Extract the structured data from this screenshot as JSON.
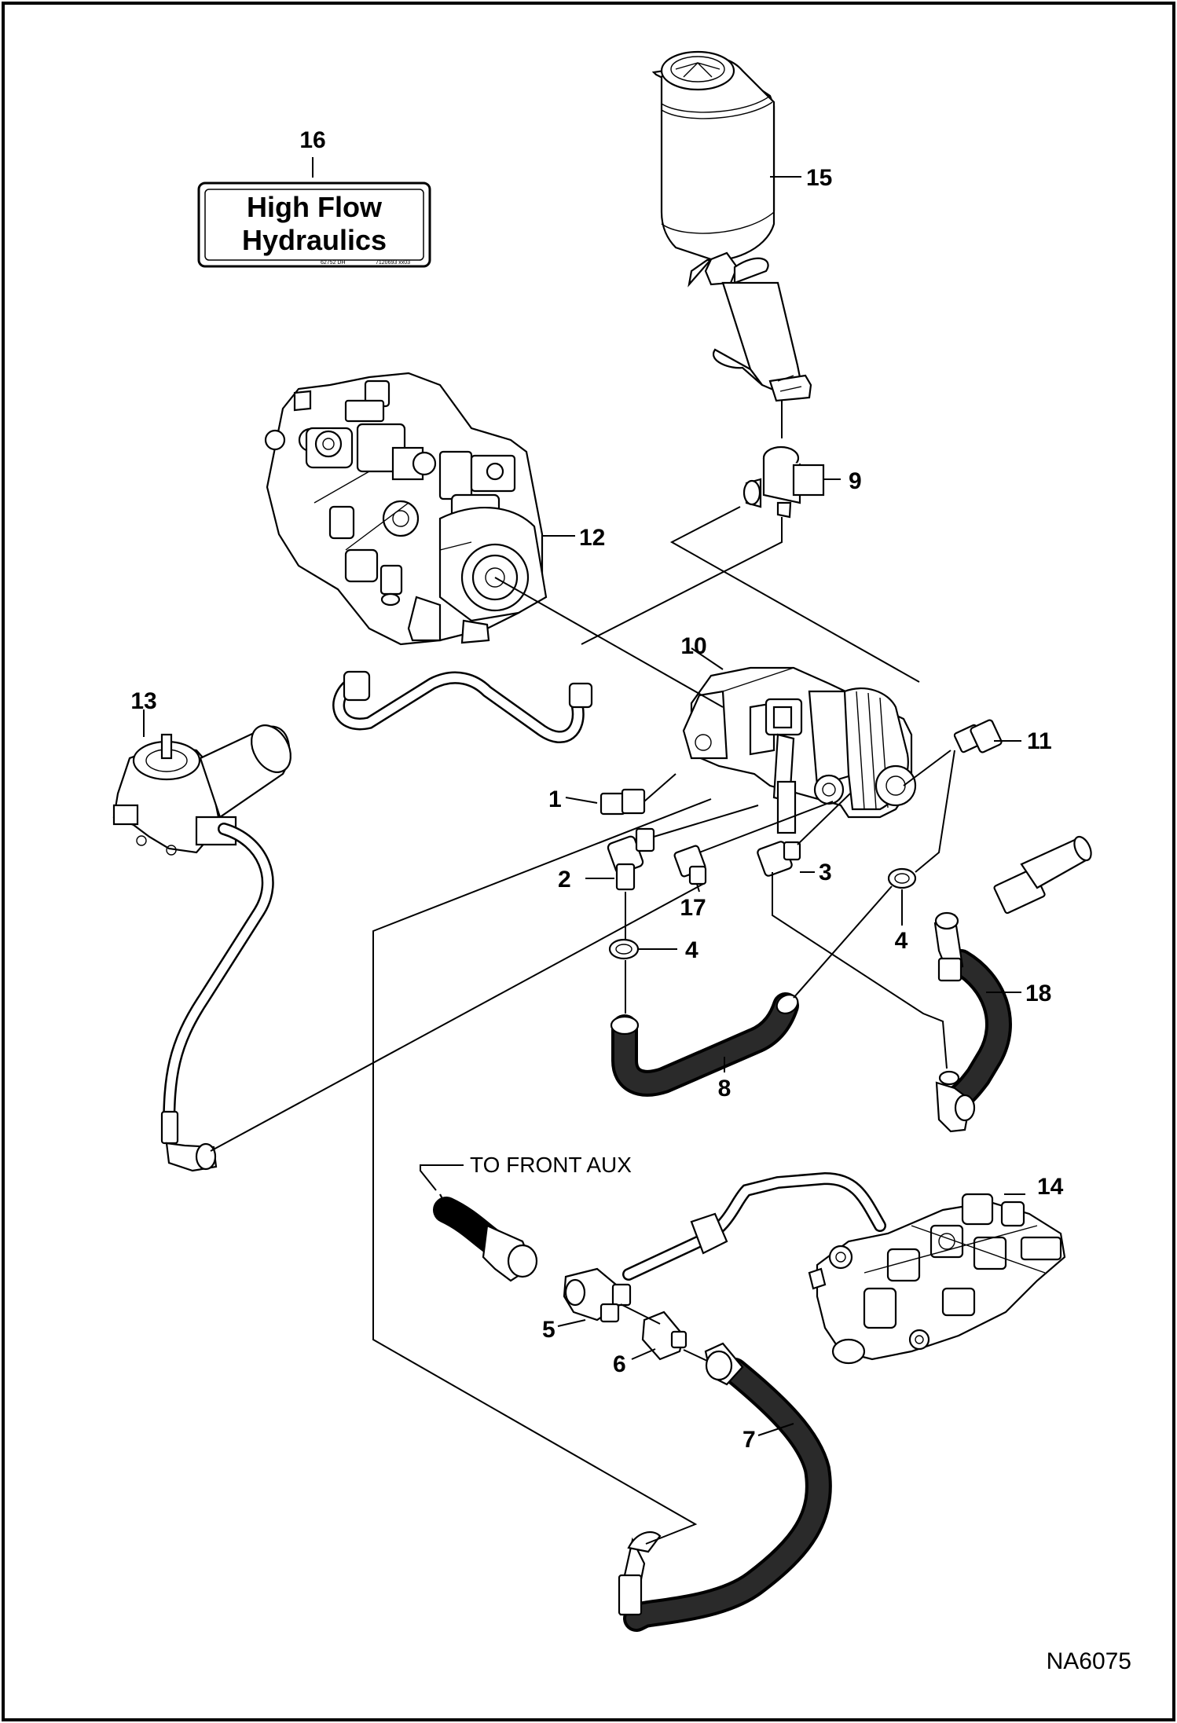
{
  "decal": {
    "line1": "High Flow",
    "line2": "Hydraulics",
    "fine_left": "62752 DH",
    "fine_right": "7120693 xx03"
  },
  "note_to_front_aux": "TO FRONT AUX",
  "figure_code": "NA6075",
  "callouts": {
    "c1": "1",
    "c2": "2",
    "c3": "3",
    "c4a": "4",
    "c4b": "4",
    "c5": "5",
    "c6": "6",
    "c7": "7",
    "c8": "8",
    "c9": "9",
    "c10": "10",
    "c11": "11",
    "c12": "12",
    "c13": "13",
    "c14": "14",
    "c15": "15",
    "c16": "16",
    "c17": "17",
    "c18": "18"
  }
}
